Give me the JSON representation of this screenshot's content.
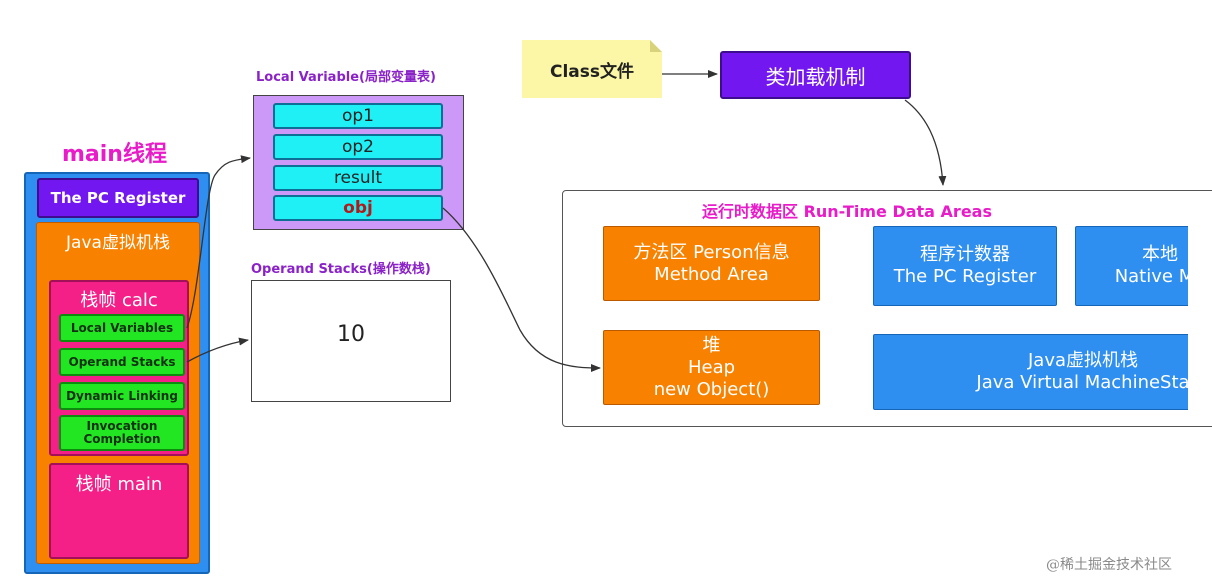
{
  "main_thread": {
    "title": "main线程",
    "pc_register": "The PC Register",
    "jvm_stack_label": "Java虚拟机栈",
    "frame_calc": {
      "label": "栈帧  calc",
      "items": [
        "Local Variables",
        "Operand Stacks",
        "Dynamic Linking",
        "Invocation Completion"
      ]
    },
    "frame_main": {
      "label": "栈帧  main"
    }
  },
  "local_variables": {
    "title": "Local Variable(局部变量表)",
    "slots": [
      "op1",
      "op2",
      "result",
      "obj"
    ]
  },
  "operand_stack": {
    "title": "Operand Stacks(操作数栈)",
    "value": "10"
  },
  "class_loading": {
    "class_file": "Class文件",
    "loader": "类加载机制"
  },
  "runtime_areas": {
    "title": "运行时数据区 Run-Time Data Areas",
    "method_area": {
      "line1": "方法区  Person信息",
      "line2": "Method Area"
    },
    "pc_register": {
      "line1": "程序计数器",
      "line2": "The PC Register"
    },
    "native_stack": {
      "line1": "本地",
      "line2": "Native Me"
    },
    "heap": {
      "line1": "堆",
      "line2": "Heap",
      "line3": "new Object()"
    },
    "java_vm_stack": {
      "line1": "Java虚拟机栈",
      "line2": "Java Virtual MachineSta"
    }
  },
  "watermark": "@稀土掘金技术社区",
  "colors": {
    "purple": "#7317f0",
    "orange": "#f98100",
    "blue": "#2f8ff0",
    "magenta": "#f51f88",
    "green": "#22e622",
    "cyan": "#1ff0f5",
    "lavender": "#cc99f8",
    "note_yellow": "#fbf7a6",
    "title_pink": "#e81cc8",
    "title_violet": "#8a22c8"
  }
}
